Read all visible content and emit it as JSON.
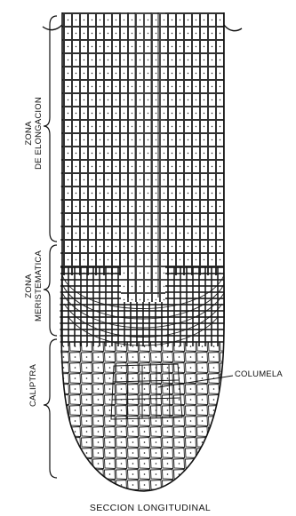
{
  "labels": {
    "zona_elongacion_line1": "ZONA",
    "zona_elongacion_line2": "DE ELONGACION",
    "zona_meristematica_line1": "ZONA",
    "zona_meristematica_line2": "MERISTEMATICA",
    "caliptra": "CALIPTRA",
    "columela": "COLUMELA",
    "caption": "SECCION  LONGITUDINAL"
  }
}
